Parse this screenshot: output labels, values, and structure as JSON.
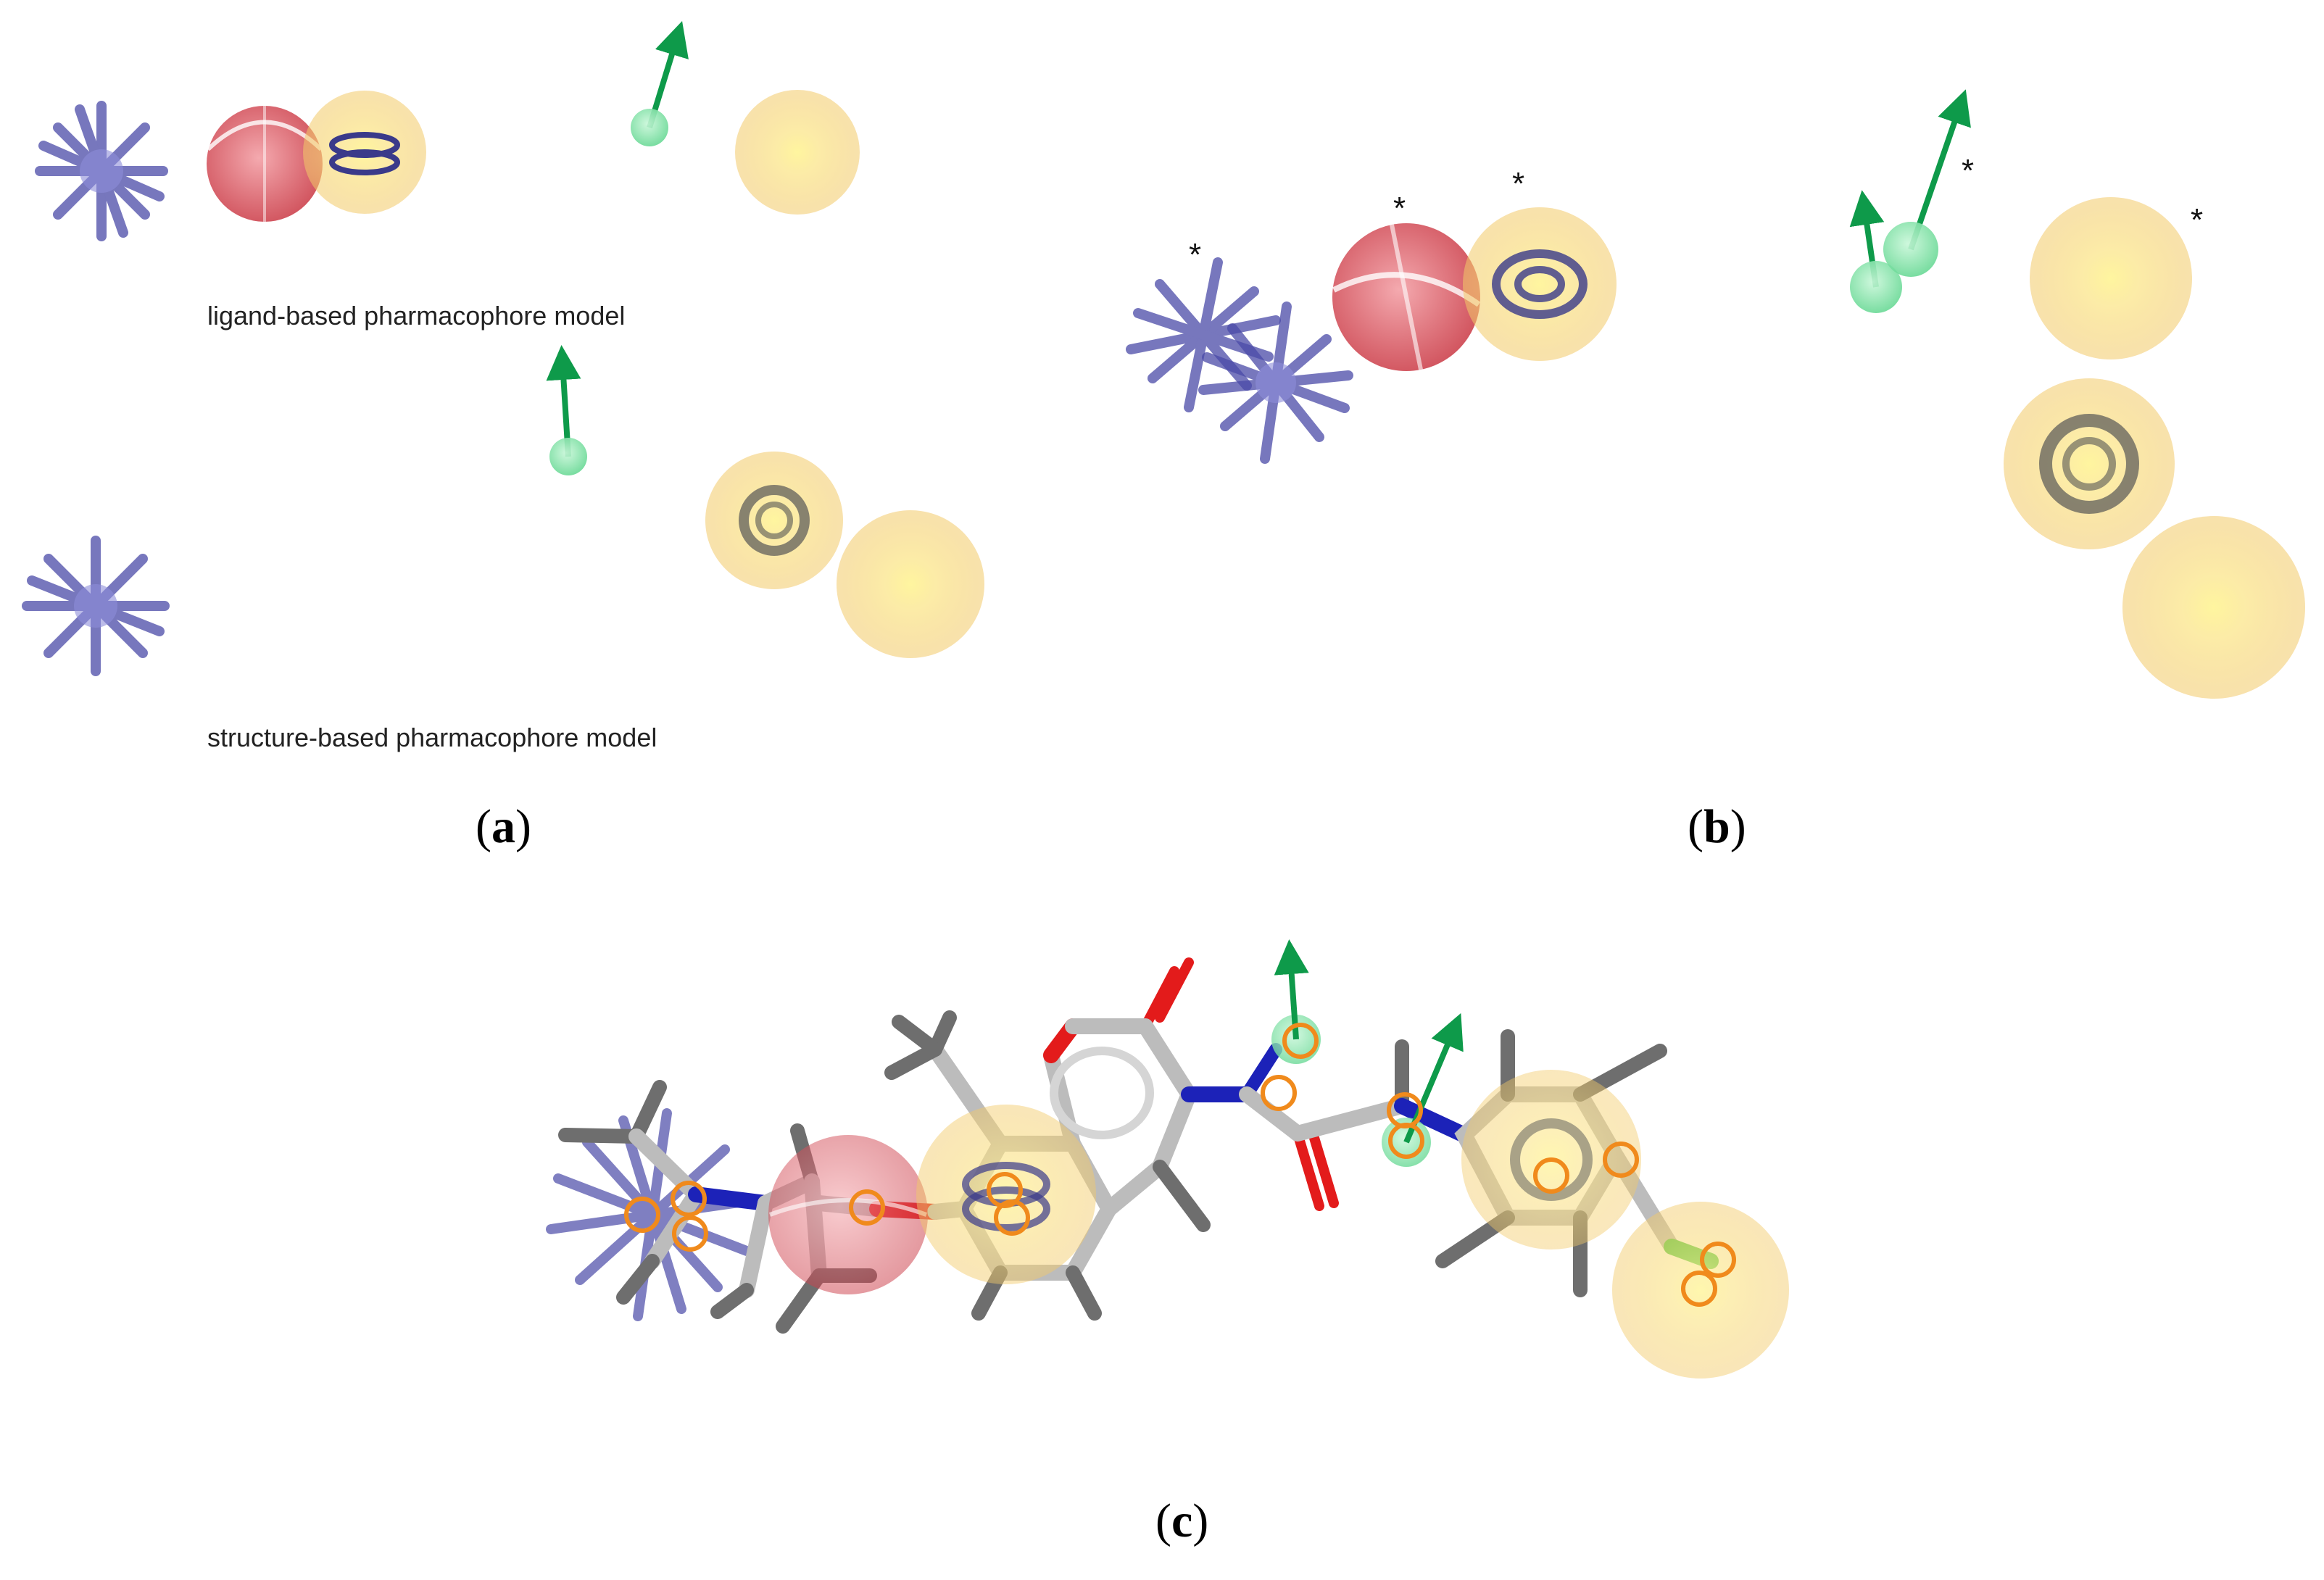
{
  "panels": [
    {
      "id": "a",
      "open": "(",
      "letter": "a",
      "close": ")"
    },
    {
      "id": "b",
      "open": "(",
      "letter": "b",
      "close": ")"
    },
    {
      "id": "c",
      "open": "(",
      "letter": "c",
      "close": ")"
    }
  ],
  "captions": {
    "ligand": "ligand-based pharmacophore model",
    "structure": "structure-based pharmacophore model"
  },
  "marker": "*",
  "colors": {
    "ionizable": "#4a4aa8",
    "acceptor": "#d9434e",
    "aromatic": "#f1c955",
    "hydrophobic": "#f6d874",
    "donor": "#5cd68a",
    "donor_arrow": "#0e9a4a",
    "carbon": "#bcbcbc",
    "nitrogen": "#1c22b8",
    "oxygen": "#e31b1b",
    "chlorine": "#3ec23e",
    "hydrogen": "#6e6e6e",
    "atom_ring": "#f08a1c"
  }
}
